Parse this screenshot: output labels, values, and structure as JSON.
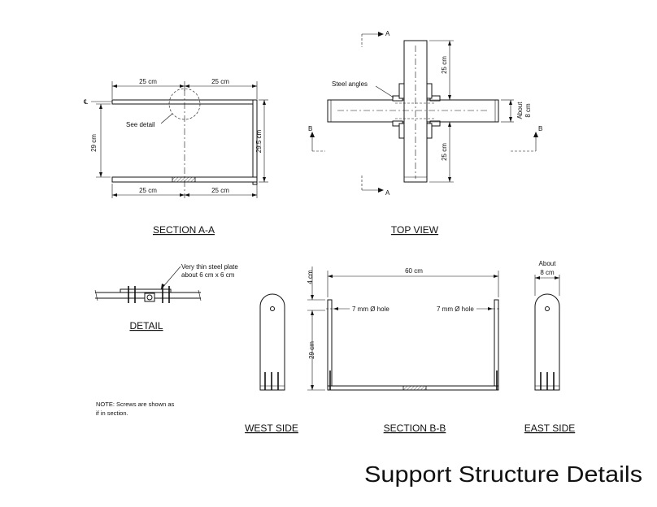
{
  "title": "Support Structure Details",
  "views": {
    "section_aa": {
      "title": "SECTION A-A",
      "dim_top_left": "25 cm",
      "dim_top_right": "25 cm",
      "dim_bottom_left": "25 cm",
      "dim_bottom_right": "25 cm",
      "dim_height_left": "29 cm",
      "dim_height_right": "29.5 cm",
      "see_detail": "See detail",
      "centerline_symbol": "℄"
    },
    "top_view": {
      "title": "TOP VIEW",
      "steel_angles": "Steel angles",
      "dim_top": "25 cm",
      "dim_bottom": "25 cm",
      "about_label": "About",
      "about_value": "8 cm",
      "cut_a": "A",
      "cut_b": "B"
    },
    "detail": {
      "title": "DETAIL",
      "plate_note_line1": "Very thin steel plate",
      "plate_note_line2": "about 6 cm x 6 cm"
    },
    "west_side": {
      "title": "WEST SIDE"
    },
    "section_bb": {
      "title": "SECTION B-B",
      "dim_width": "60 cm",
      "dim_top": "4 cm",
      "dim_height": "29 cm",
      "hole_left": "7 mm Ø hole",
      "hole_right": "7 mm Ø hole"
    },
    "east_side": {
      "title": "EAST SIDE",
      "about_label": "About",
      "about_value": "8 cm"
    }
  },
  "note": {
    "line1": "NOTE: Screws are shown as",
    "line2": "if in section."
  }
}
